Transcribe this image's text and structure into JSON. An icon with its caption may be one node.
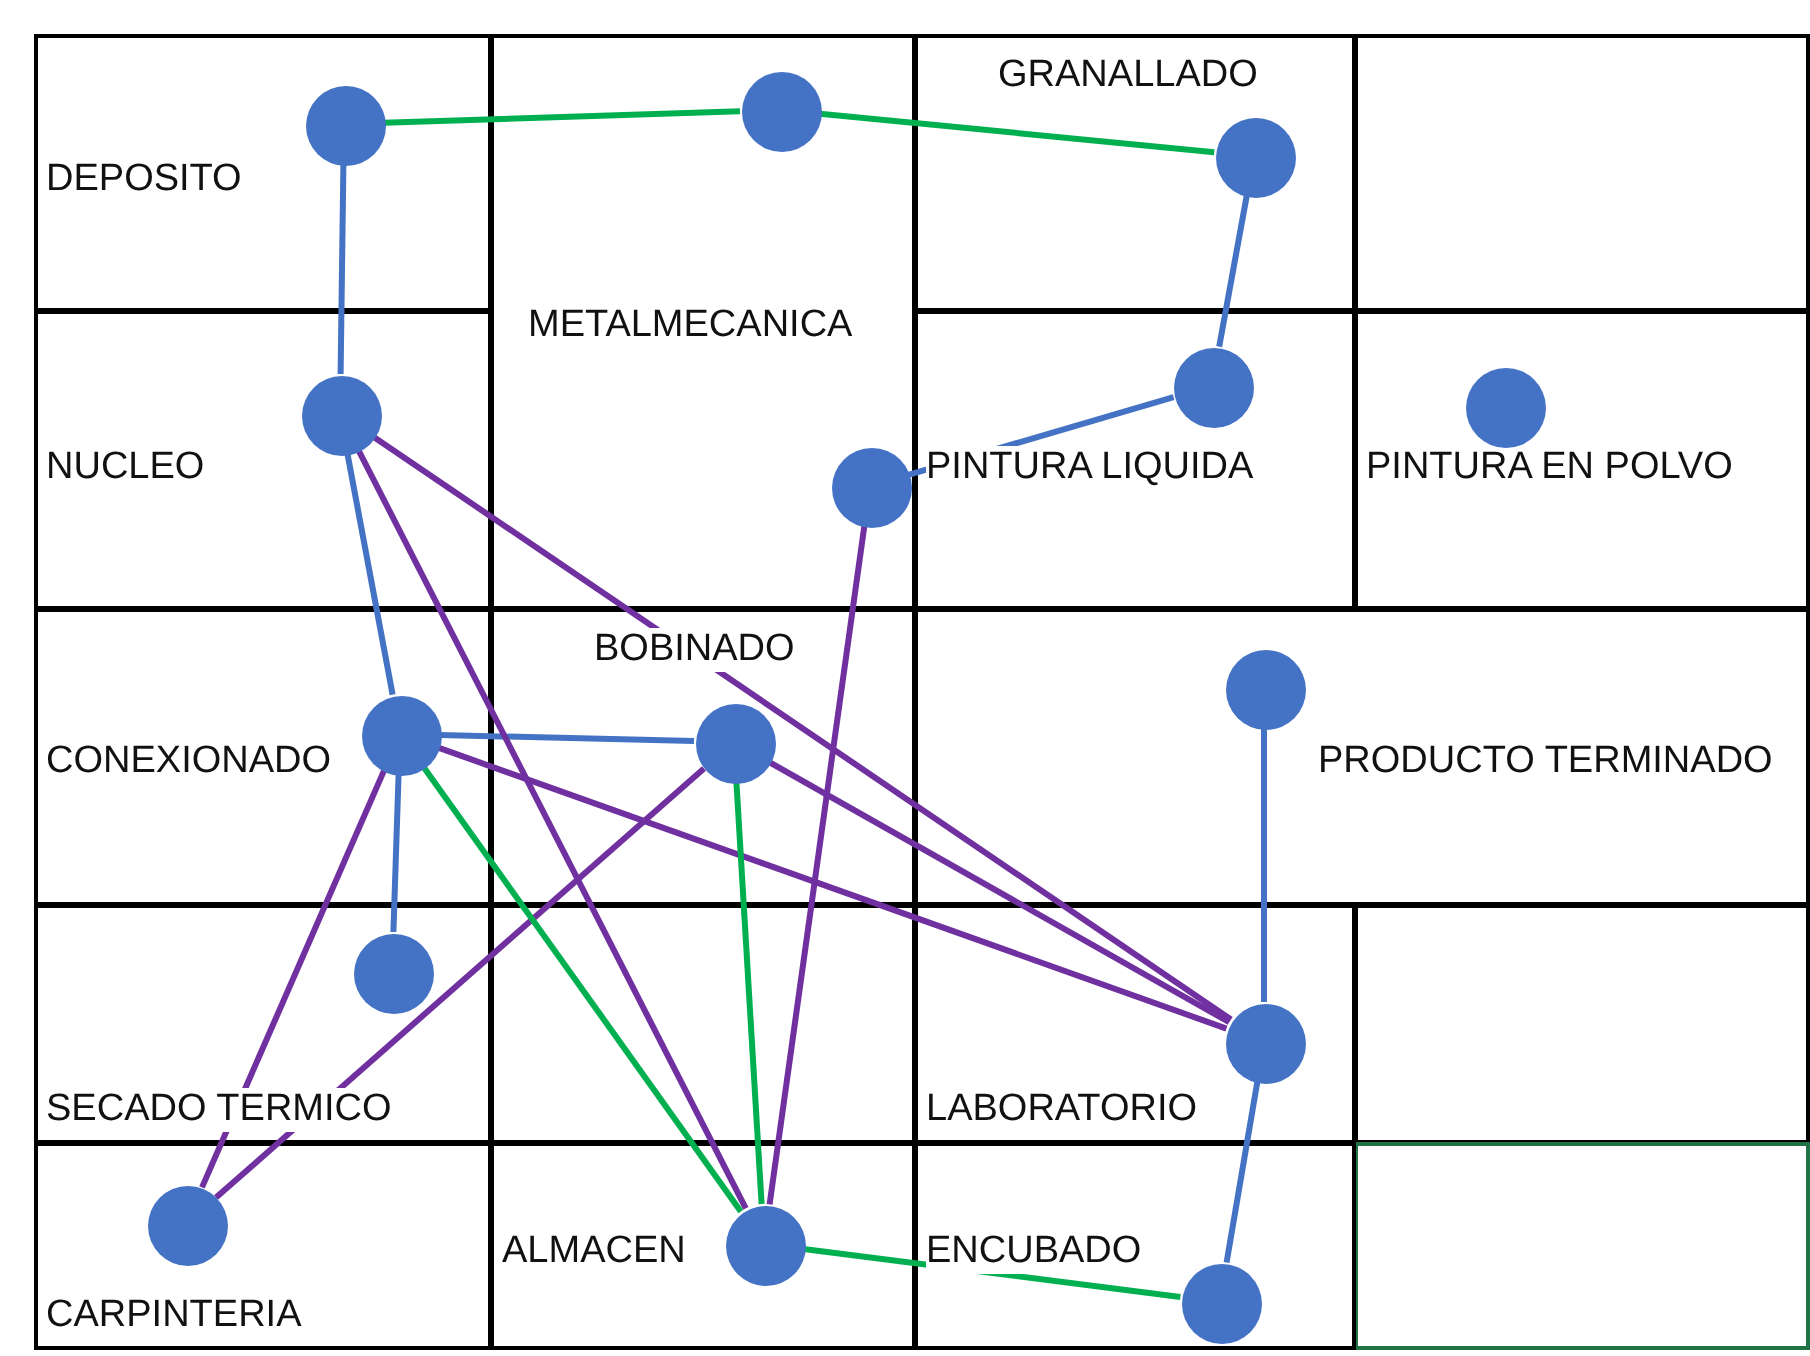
{
  "diagram": {
    "nodes": [
      {
        "text": [
          "DEPOSITO"
        ]
      },
      {
        "text": [],
        "shape": "circle",
        "in": 0
      },
      {
        "text": [
          "METALMECANICA"
        ]
      },
      {
        "text": [],
        "shape": "circle",
        "in": 2
      },
      {
        "text": [],
        "shape": "circle",
        "in": 2
      },
      {
        "text": [
          "GRANALLADO"
        ]
      },
      {
        "text": [],
        "shape": "circle",
        "in": 5
      },
      {
        "text": [
          "NUCLEO"
        ]
      },
      {
        "text": [],
        "shape": "circle",
        "in": 7
      },
      {
        "text": [
          "PINTURA LIQUIDA"
        ]
      },
      {
        "text": [],
        "shape": "circle",
        "in": 9
      },
      {
        "text": [
          "PINTURA EN POLVO"
        ]
      },
      {
        "text": [],
        "shape": "circle",
        "in": 11
      },
      {
        "text": [
          "CONEXIONADO"
        ]
      },
      {
        "text": [],
        "shape": "circle",
        "in": 13
      },
      {
        "text": [
          "BOBINADO"
        ]
      },
      {
        "text": [],
        "shape": "circle",
        "in": 15
      },
      {
        "text": [
          "PRODUCTO TERMINADO"
        ]
      },
      {
        "text": [],
        "shape": "circle",
        "in": 17
      },
      {
        "text": [
          "SECADO TERMICO"
        ]
      },
      {
        "text": [],
        "shape": "circle",
        "in": 19
      },
      {
        "text": [
          "LABORATORIO"
        ]
      },
      {
        "text": [],
        "shape": "circle",
        "in": 21
      },
      {
        "text": [
          "CARPINTERIA"
        ]
      },
      {
        "text": [],
        "shape": "circle",
        "in": 23
      },
      {
        "text": [
          "ALMACEN"
        ]
      },
      {
        "text": [],
        "shape": "circle",
        "in": 25
      },
      {
        "text": [
          "ENCUBADO"
        ]
      },
      {
        "text": [],
        "shape": "circle",
        "in": 27
      }
    ],
    "edges": [
      {
        "from": 1,
        "to": 3,
        "arrow": "none",
        "color": "#00b050"
      },
      {
        "from": 3,
        "to": 6,
        "arrow": "none",
        "color": "#00b050"
      },
      {
        "from": 1,
        "to": 8,
        "arrow": "none"
      },
      {
        "from": 6,
        "to": 10,
        "arrow": "none"
      },
      {
        "from": 10,
        "to": 4,
        "arrow": "none"
      },
      {
        "from": 8,
        "to": 14,
        "arrow": "none"
      },
      {
        "from": 14,
        "to": 20,
        "arrow": "none"
      },
      {
        "from": 14,
        "to": 16,
        "arrow": "none"
      },
      {
        "from": 18,
        "to": 22,
        "arrow": "none"
      },
      {
        "from": 22,
        "to": 28,
        "arrow": "none"
      },
      {
        "from": 8,
        "to": 22,
        "arrow": "none",
        "color": "#7030a0"
      },
      {
        "from": 8,
        "to": 26,
        "arrow": "none",
        "color": "#7030a0"
      },
      {
        "from": 4,
        "to": 26,
        "arrow": "none",
        "color": "#7030a0"
      },
      {
        "from": 14,
        "to": 24,
        "arrow": "none",
        "color": "#7030a0"
      },
      {
        "from": 16,
        "to": 24,
        "arrow": "none",
        "color": "#7030a0"
      },
      {
        "from": 14,
        "to": 22,
        "arrow": "none",
        "color": "#7030a0"
      },
      {
        "from": 16,
        "to": 22,
        "arrow": "none",
        "color": "#7030a0"
      },
      {
        "from": 14,
        "to": 26,
        "arrow": "none",
        "color": "#00b050"
      },
      {
        "from": 16,
        "to": 26,
        "arrow": "none",
        "color": "#00b050"
      },
      {
        "from": 26,
        "to": 28,
        "arrow": "none",
        "color": "#00b050"
      }
    ]
  }
}
